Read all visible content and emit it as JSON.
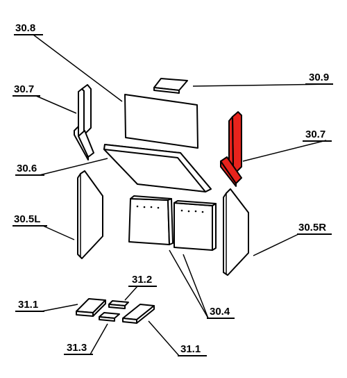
{
  "highlight_color": "#e8231c",
  "labels": {
    "l_30_8": "30.8",
    "l_30_9": "30.9",
    "l_30_7_left": "30.7",
    "l_30_7_right": "30.7",
    "l_30_6": "30.6",
    "l_30_5L": "30.5L",
    "l_30_5R": "30.5R",
    "l_30_4": "30.4",
    "l_31_2": "31.2",
    "l_31_1_left": "31.1",
    "l_31_1_right": "31.1",
    "l_31_3": "31.3"
  }
}
